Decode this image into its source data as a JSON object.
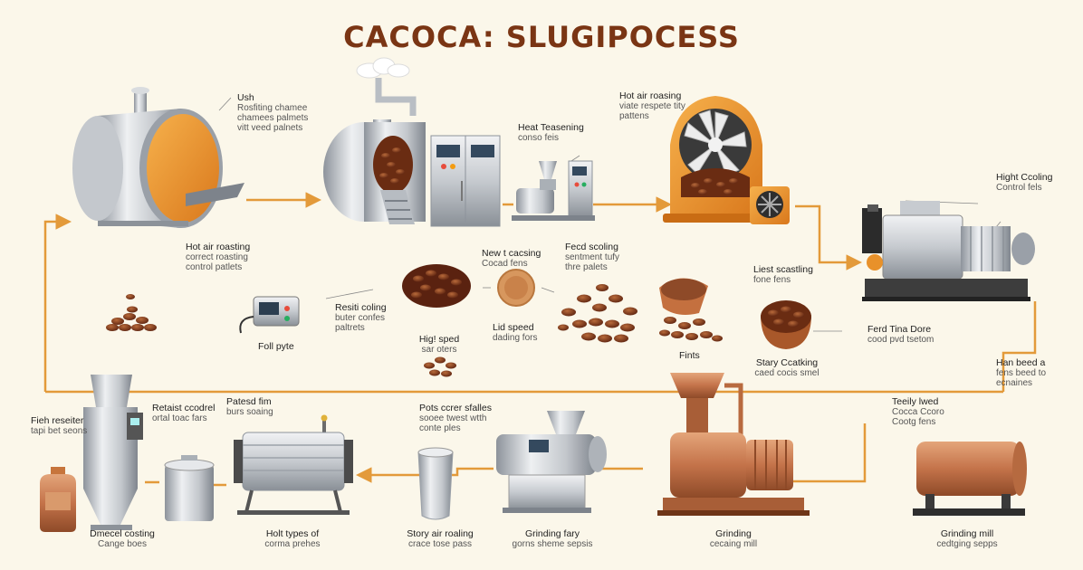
{
  "title": "CACOCA: SLUGIPOCESS",
  "labels": {
    "l1": {
      "h": "Ush",
      "s": "Rosfiting chamee",
      "t": "chamees palmets",
      "u": "vitt veed palnets"
    },
    "l2": {
      "h": "Hot air roasting",
      "s": "correct roasting",
      "t": "control patlets"
    },
    "l3": {
      "h": "Heat Teasening",
      "s": "conso feis"
    },
    "l4": {
      "h": "Hot air roasing",
      "s": "viate respete tity",
      "t": "pattens"
    },
    "l5": {
      "h": "Hight Ccoling",
      "s": "Control fels"
    },
    "l6": {
      "h": "New t cacsing",
      "s": "Cocad fens"
    },
    "l7": {
      "h": "Fecd scoling",
      "s": "sentment tufy",
      "t": "thre palets"
    },
    "l8": {
      "h": "Resiti coling",
      "s": "buter confes",
      "t": "paltrets"
    },
    "l9": {
      "h": "Foll pyte"
    },
    "l10": {
      "h": "Hig! sped",
      "s": "sar oters"
    },
    "l11": {
      "h": "Lid speed",
      "s": "dading fors"
    },
    "l12": {
      "h": "Fints"
    },
    "l13": {
      "h": "Liest scastling",
      "s": "fone fens"
    },
    "l14": {
      "h": "Ferd Tina Dore",
      "s": "cood pvd tsetom"
    },
    "l15": {
      "h": "Stary Ccatking",
      "s": "caed cocis smel"
    },
    "l16": {
      "h": "Han beed a",
      "s": "fens beed to",
      "t": "ecnaines"
    },
    "l17": {
      "h": "Fieh reseiter",
      "s": "tapi bet seons"
    },
    "l18": {
      "h": "Retaist ccodrel",
      "s": "ortal toac fars"
    },
    "l19": {
      "h": "Patesd fim",
      "s": "burs soaing"
    },
    "l20": {
      "h": "Pots ccrer sfalles",
      "s": "sooee twest wtth",
      "t": "conte ples"
    },
    "l21": {
      "h": "Teeily lwed",
      "s": "Cocca Ccoro",
      "t": "Cootg fens"
    },
    "l22": {
      "h": "Dmecel costing",
      "s": "Cange boes"
    },
    "l23": {
      "h": "Holt types of",
      "s": "corma prehes"
    },
    "l24": {
      "h": "Story air roaling",
      "s": "crace tose pass"
    },
    "l25": {
      "h": "Grinding fary",
      "s": "gorns sheme sepsis"
    },
    "l26": {
      "h": "Grinding",
      "s": "cecaing mill"
    },
    "l27": {
      "h": "Grinding mill",
      "s": "cedtging sepps"
    }
  },
  "colors": {
    "background": "#fbf7ea",
    "flow_line": "#e39a3a",
    "title": "#7a3514",
    "steel": "#c9ccd1",
    "copper": "#c77a4c",
    "orange": "#e8912a",
    "bean": "#7a3314"
  },
  "icons": {
    "drum_roaster": "drum-roaster-icon",
    "bean_drum": "bean-drum-roaster-icon",
    "control_cabinet": "control-cabinet-icon",
    "small_grinder": "small-grinder-icon",
    "orange_roaster": "orange-roaster-icon",
    "fan": "fan-icon",
    "big_cooler": "cooling-machine-icon",
    "bean_pile": "cocoa-bean-pile-icon",
    "control_device": "control-device-icon",
    "bean_bowl": "bean-bowl-icon",
    "hopper_tank": "hopper-tank-icon",
    "bottle": "bottle-icon",
    "pot": "pot-icon",
    "roller_tank": "roller-tank-icon",
    "jug": "jug-icon",
    "grinder": "grinder-icon",
    "copper_mill": "copper-mill-icon",
    "copper_tank": "copper-tank-icon"
  }
}
